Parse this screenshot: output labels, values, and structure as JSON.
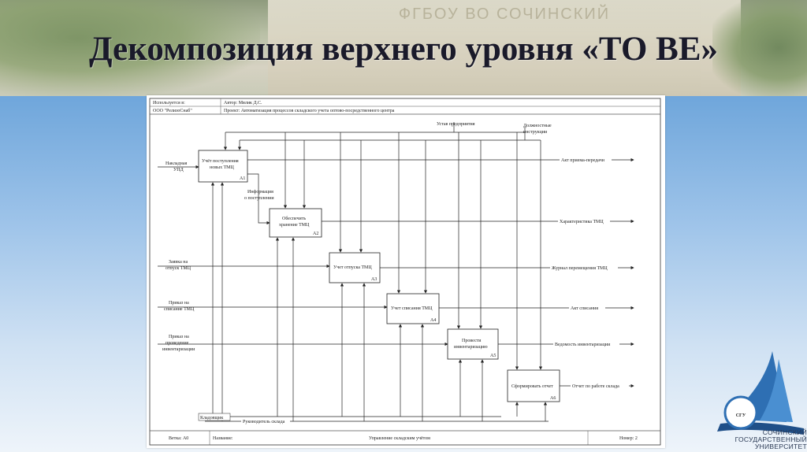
{
  "slide": {
    "title": "Декомпозиция верхнего уровня «ТО ВЕ»",
    "background_caption": "ФГБОУ ВО СОЧИНСКИЙ"
  },
  "diagram": {
    "header": {
      "used_at_label": "Используется в:",
      "org": "ООО \"РелизоСнаб\"",
      "author": "Автор: Мялик Д.С.",
      "project": "Проект: Автоматизация процессов складского учета оптово-посредственного центра"
    },
    "controls": {
      "charter": "Устав предприятия",
      "instructions_1": "Должностные",
      "instructions_2": "инструкции"
    },
    "inputs": {
      "invoice_1": "Накладная",
      "invoice_2": "УПД",
      "request_1": "Заявка на",
      "request_2": "отпуск ТМЦ",
      "writeoff_order_1": "Приказ на",
      "writeoff_order_2": "списание ТМЦ",
      "inventory_order_1": "Приказ на",
      "inventory_order_2": "проведение",
      "inventory_order_3": "инвентаризации"
    },
    "blocks": {
      "a1_1": "Учёт поступления",
      "a1_2": "новых ТМЦ",
      "a1_id": "А1",
      "a2_1": "Обеспечить",
      "a2_2": "хранение ТМЦ",
      "a2_id": "А2",
      "a3_1": "Учет отпуска ТМЦ",
      "a3_id": "А3",
      "a4_1": "Учет списания ТМЦ",
      "a4_id": "А4",
      "a5_1": "Провести",
      "a5_2": "инвентаризацию",
      "a5_id": "А5",
      "a6_1": "Сформировать отчет",
      "a6_id": "А6"
    },
    "intermediate": {
      "info_1": "Информация",
      "info_2": "о поступлении"
    },
    "outputs": {
      "o1": "Акт приема-передачи",
      "o2": "Характеристика ТМЦ",
      "o3": "Журнал перемещения ТМЦ",
      "o4": "Акт списания",
      "o5": "Ведомость инвентаризации",
      "o6": "Отчет по работе склада"
    },
    "mechanisms": {
      "keeper": "Кладовщик",
      "manager": "Руководитель склада"
    },
    "footer": {
      "node": "Ветка: А0",
      "name_label": "Название:",
      "name": "Управление складским учётом",
      "number": "Номер: 2"
    }
  },
  "logo": {
    "abbr": "СГУ",
    "line1": "СОЧИНСКИЙ",
    "line2": "ГОСУДАРСТВЕННЫЙ",
    "line3": "УНИВЕРСИТЕТ"
  },
  "colors": {
    "title": "#1a1a2a",
    "accent_blue": "#2e6fb3",
    "sheet": "#ffffff"
  }
}
